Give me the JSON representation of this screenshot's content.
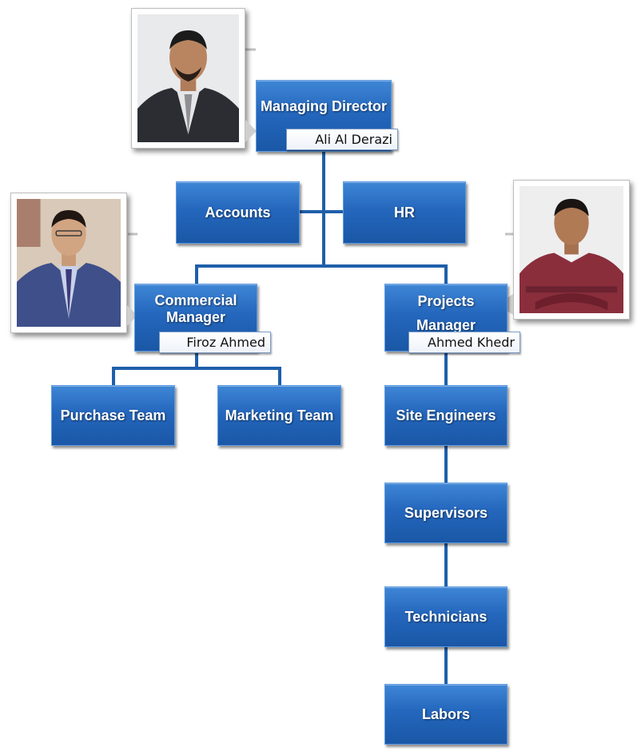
{
  "colors": {
    "box_fill": "#2467bd",
    "connector": "#1f5faa",
    "nameplate_border": "#7a9cc6"
  },
  "managing_director": {
    "title": "Managing Director",
    "name": "Ali Al Derazi"
  },
  "staff_units": {
    "accounts": "Accounts",
    "hr": "HR"
  },
  "commercial_manager": {
    "title_line1": "Commercial",
    "title_line2": "Manager",
    "name": "Firoz Ahmed"
  },
  "projects_manager": {
    "title_line1": "Projects",
    "title_line2": "Manager",
    "name": "Ahmed Khedr"
  },
  "commercial_teams": {
    "purchase": "Purchase Team",
    "marketing": "Marketing Team"
  },
  "projects_chain": {
    "site_engineers": "Site Engineers",
    "supervisors": "Supervisors",
    "technicians": "Technicians",
    "labors": "Labors"
  },
  "photos": {
    "managing_director": "person-photo",
    "commercial_manager": "person-photo",
    "projects_manager": "person-photo"
  }
}
